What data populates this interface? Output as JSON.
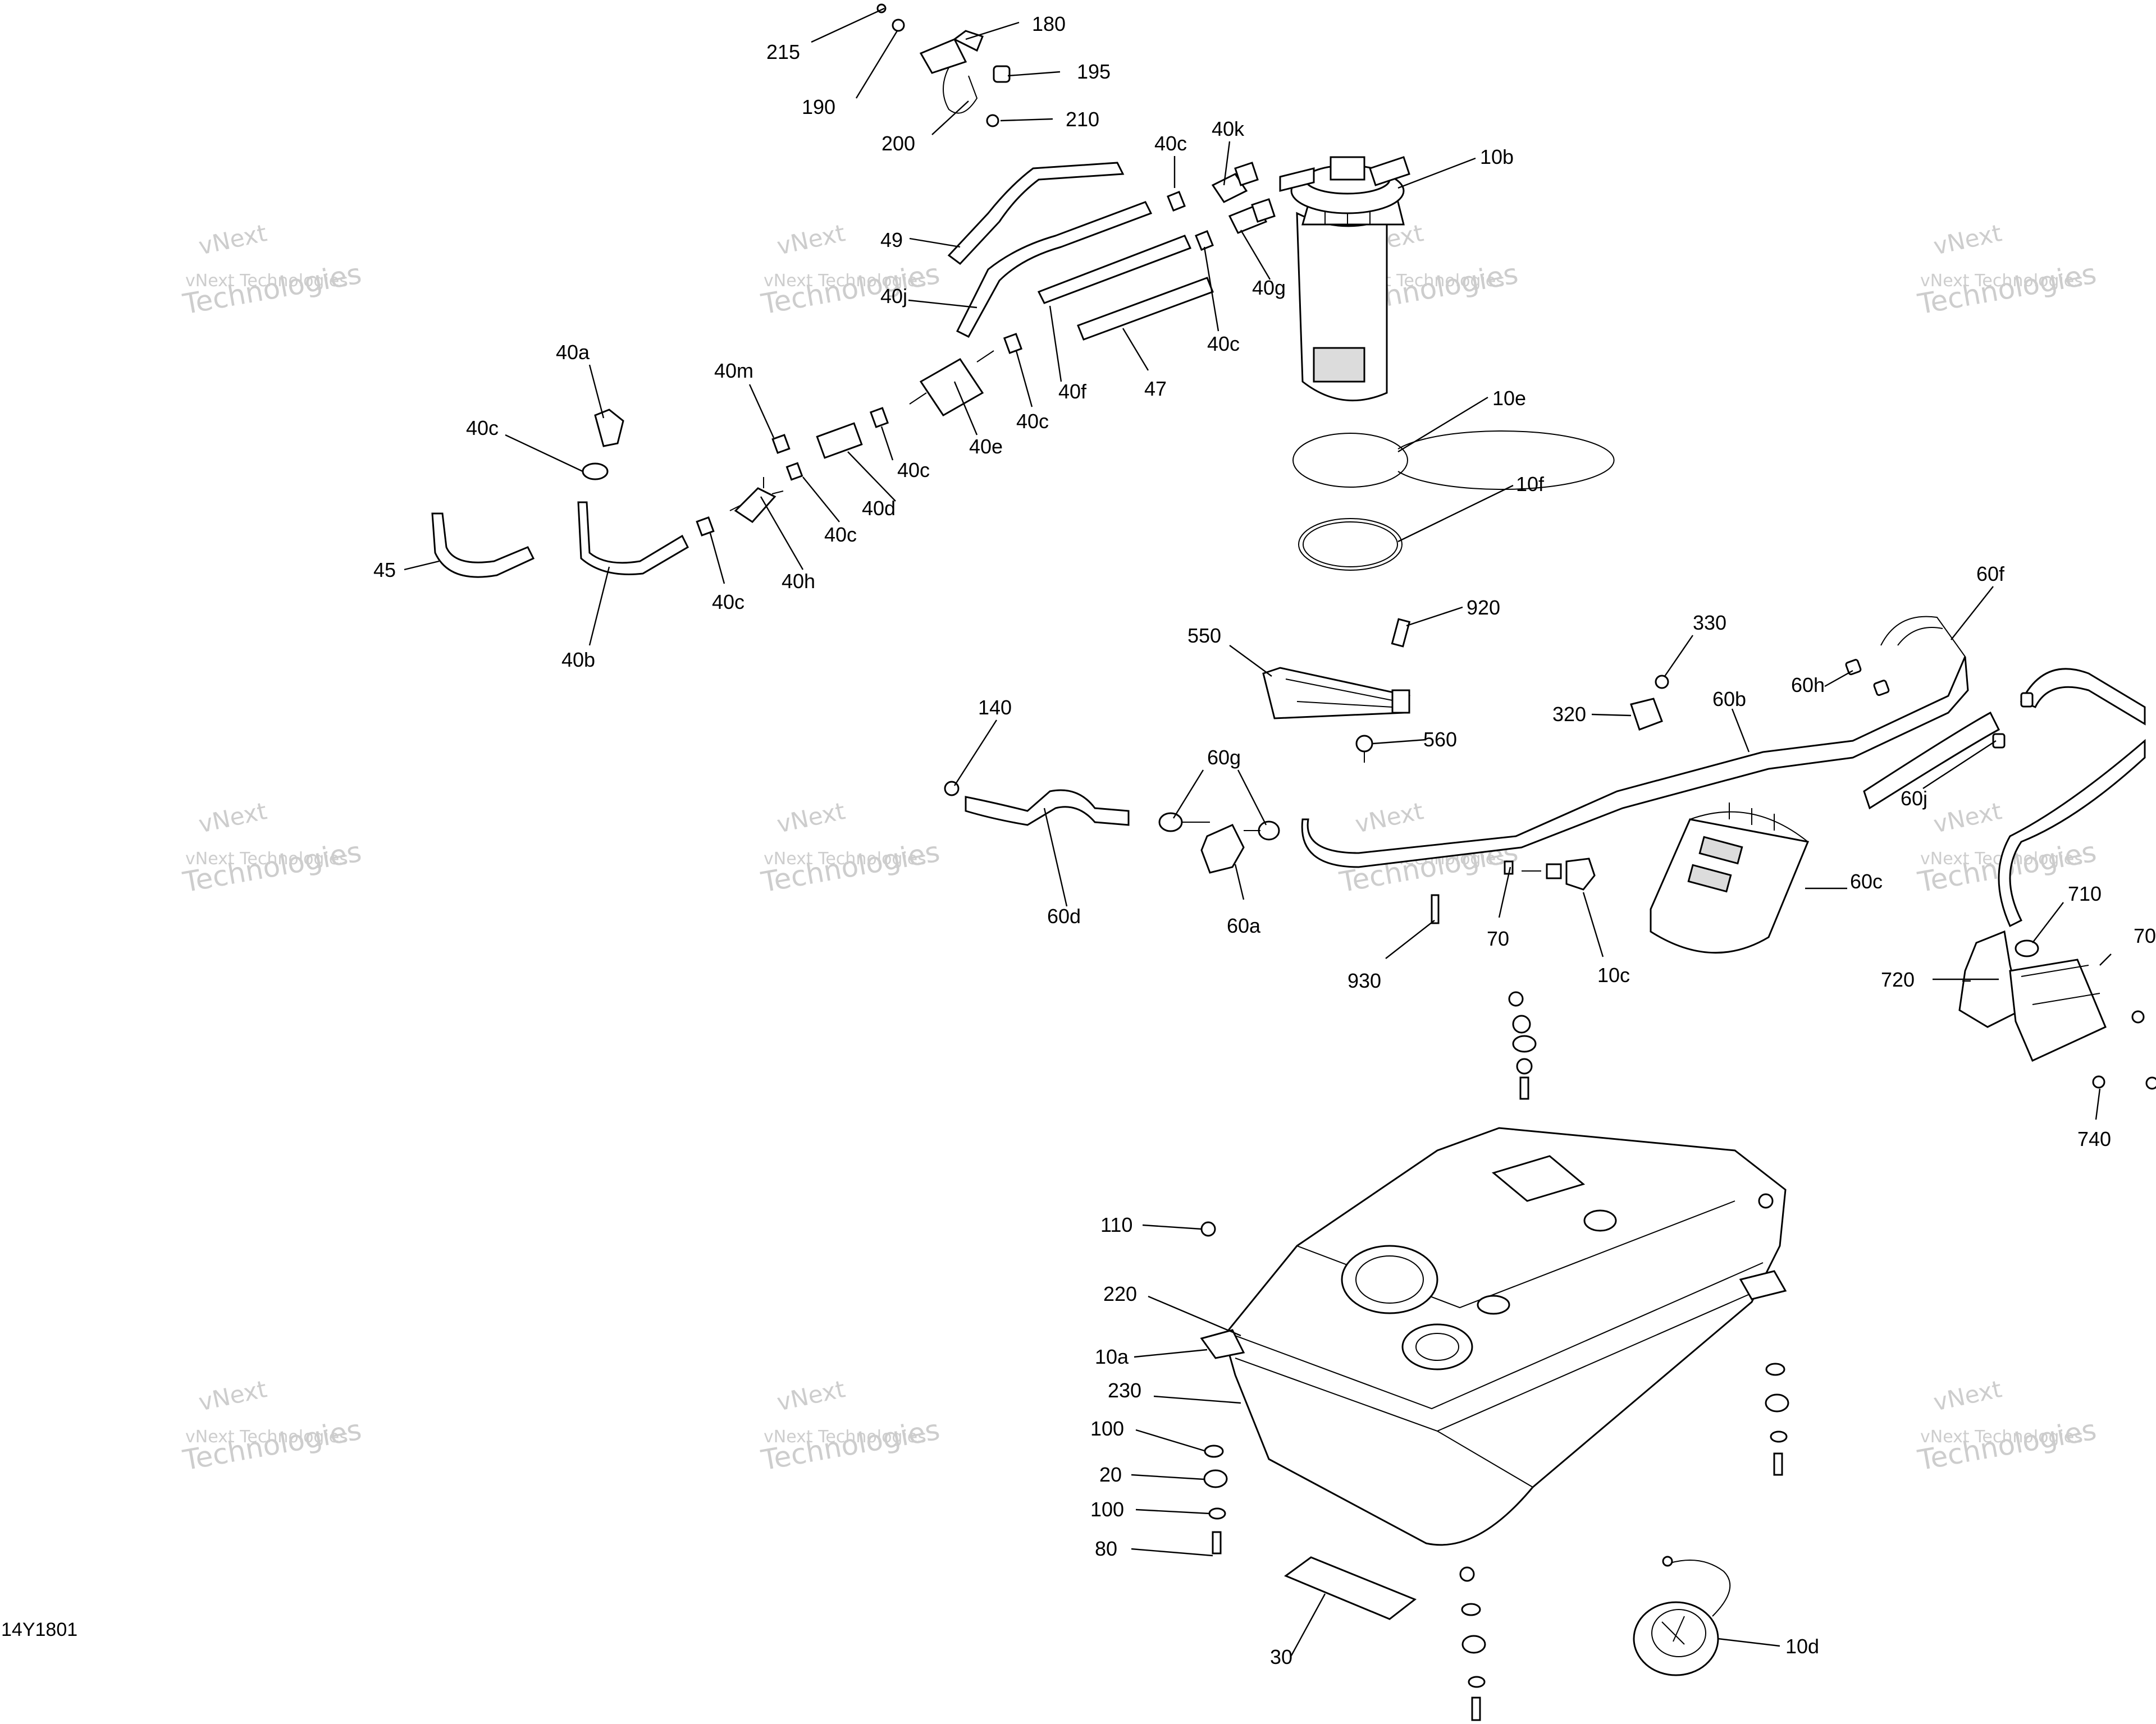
{
  "diagram_code": "14Y1801",
  "watermark": {
    "line1": "vNext",
    "line2": "vNext Technologies",
    "line3": "Technologies"
  },
  "labels": {
    "215": "215",
    "180": "180",
    "195": "195",
    "190": "190",
    "210": "210",
    "200": "200",
    "40c_top": "40c",
    "40k": "40k",
    "10b": "10b",
    "49": "49",
    "40j": "40j",
    "40g": "40g",
    "40c_mid": "40c",
    "40f": "40f",
    "47": "47",
    "40a": "40a",
    "40m": "40m",
    "40c_a": "40c",
    "40e": "40e",
    "40c_b": "40c",
    "40c_c": "40c",
    "40d": "40d",
    "40c_d": "40c",
    "40c_e": "40c",
    "40h": "40h",
    "45": "45",
    "40b": "40b",
    "10e": "10e",
    "10f": "10f",
    "920": "920",
    "550": "550",
    "330": "330",
    "60f": "60f",
    "60h": "60h",
    "320": "320",
    "60b": "60b",
    "560": "560",
    "140": "140",
    "60g": "60g",
    "60j": "60j",
    "710": "710",
    "70_right": "70",
    "60c": "60c",
    "720": "720",
    "60d": "60d",
    "60a": "60a",
    "930": "930",
    "70": "70",
    "10c": "10c",
    "740": "740",
    "110": "110",
    "220": "220",
    "10a": "10a",
    "230": "230",
    "100_a": "100",
    "20": "20",
    "100_b": "100",
    "80": "80",
    "30": "30",
    "10d": "10d"
  }
}
